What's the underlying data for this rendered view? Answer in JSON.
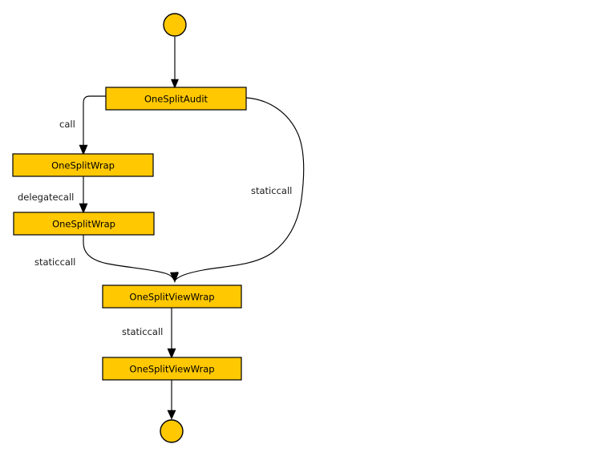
{
  "diagram": {
    "type": "call-graph-flowchart",
    "background_color": "#ffffff",
    "node_fill_color": "#FFC800",
    "node_stroke_color": "#000000",
    "edge_color": "#000000",
    "start_node": {
      "name": "start",
      "shape": "circle"
    },
    "end_node": {
      "name": "end",
      "shape": "circle"
    },
    "nodes": [
      {
        "id": "n1",
        "label": "OneSplitAudit"
      },
      {
        "id": "n2",
        "label": "OneSplitWrap"
      },
      {
        "id": "n3",
        "label": "OneSplitWrap"
      },
      {
        "id": "n4",
        "label": "OneSplitViewWrap"
      },
      {
        "id": "n5",
        "label": "OneSplitViewWrap"
      }
    ],
    "edges": [
      {
        "id": "e0",
        "from": "start",
        "to": "n1",
        "label": ""
      },
      {
        "id": "e1",
        "from": "n1",
        "to": "n2",
        "label": "call"
      },
      {
        "id": "e2",
        "from": "n2",
        "to": "n3",
        "label": "delegatecall"
      },
      {
        "id": "e3",
        "from": "n3",
        "to": "n4",
        "label": "staticcall"
      },
      {
        "id": "e4",
        "from": "n1",
        "to": "n4",
        "label": "staticcall"
      },
      {
        "id": "e5",
        "from": "n4",
        "to": "n5",
        "label": "staticcall"
      },
      {
        "id": "e6",
        "from": "n5",
        "to": "end",
        "label": ""
      }
    ]
  }
}
